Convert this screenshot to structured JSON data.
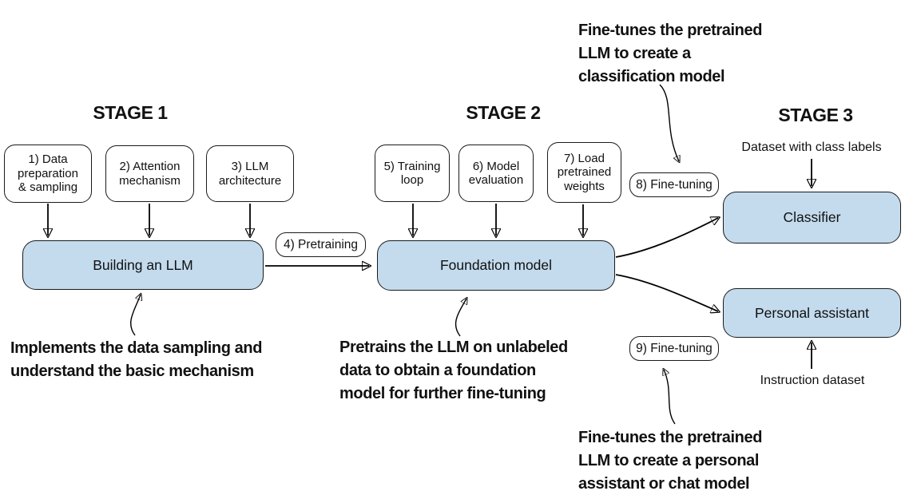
{
  "colors": {
    "box_fill": "#c3dbed",
    "box_border": "#1a1a1a",
    "text": "#111111"
  },
  "stage1": {
    "title": "STAGE 1",
    "steps": [
      {
        "label": "1) Data\npreparation\n& sampling"
      },
      {
        "label": "2) Attention\nmechanism"
      },
      {
        "label": "3) LLM\narchitecture"
      }
    ],
    "main_box_label": "Building an LLM",
    "annotation": "Implements the data sampling and\nunderstand the basic mechanism"
  },
  "pretraining_step": {
    "label": "4) Pretraining"
  },
  "stage2": {
    "title": "STAGE 2",
    "steps": [
      {
        "label": "5) Training\nloop"
      },
      {
        "label": "6) Model\nevaluation"
      },
      {
        "label": "7) Load\npretrained\nweights"
      }
    ],
    "main_box_label": "Foundation model",
    "annotation": "Pretrains the LLM on unlabeled\ndata to obtain a foundation\nmodel for further fine-tuning"
  },
  "stage3": {
    "title": "STAGE 3",
    "classifier": {
      "finetune_label": "8) Fine-tuning",
      "box_label": "Classifier",
      "dataset_label": "Dataset with class labels",
      "annotation": "Fine-tunes the pretrained\nLLM to create a\nclassification model"
    },
    "assistant": {
      "finetune_label": "9) Fine-tuning",
      "box_label": "Personal assistant",
      "dataset_label": "Instruction dataset",
      "annotation": "Fine-tunes the pretrained\nLLM to create a personal\nassistant or chat model"
    }
  }
}
